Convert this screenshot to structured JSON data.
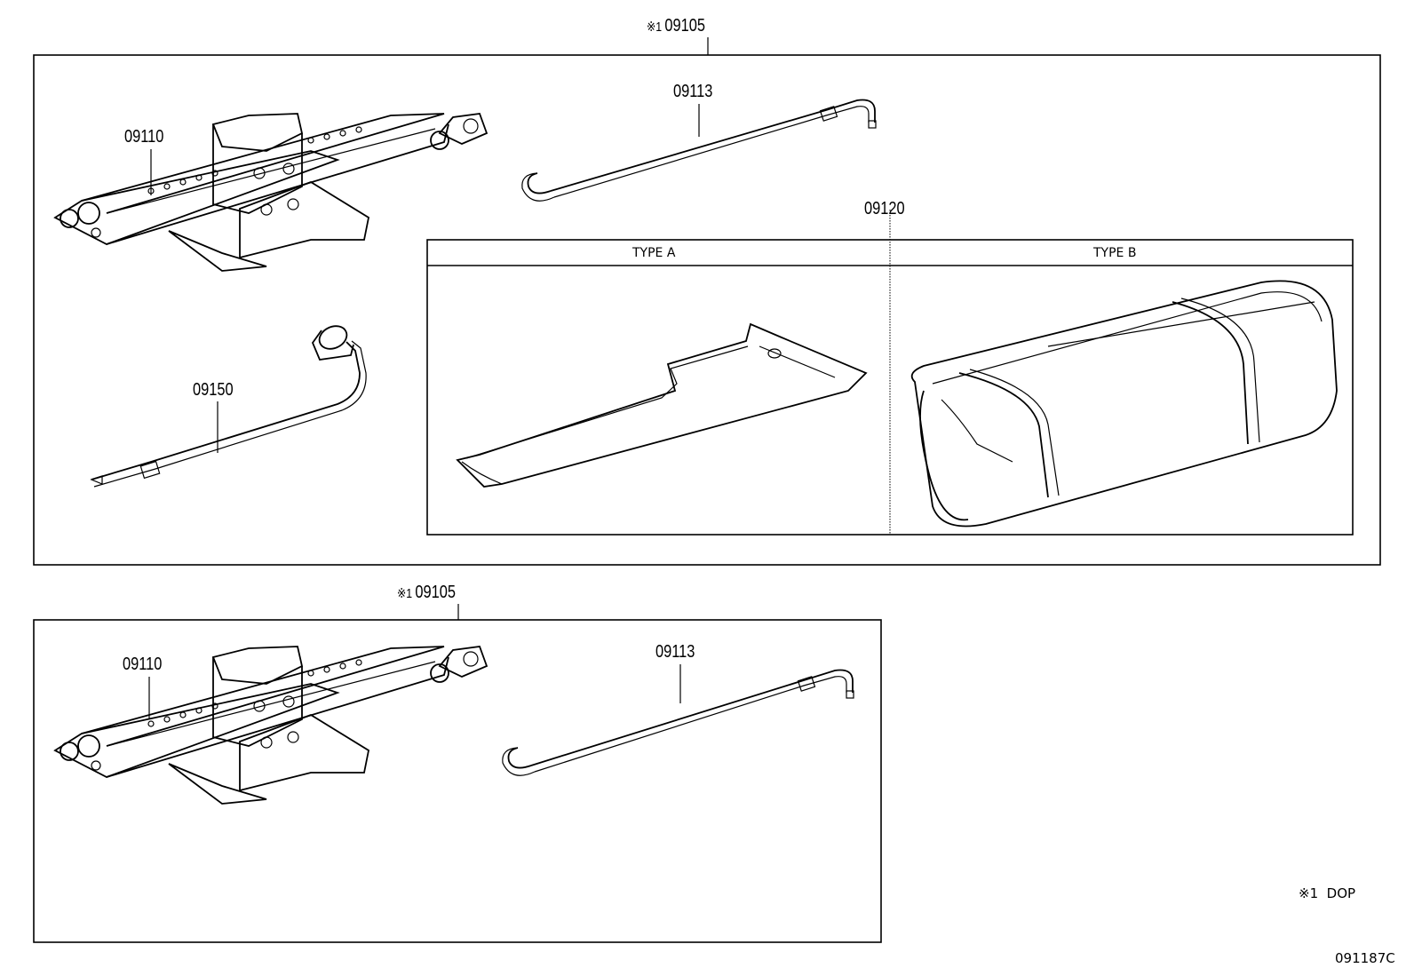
{
  "top_group": {
    "mark": "※1",
    "part_no": "09105"
  },
  "bottom_group": {
    "mark": "※1",
    "part_no": "09105"
  },
  "parts": {
    "jack_top": "09110",
    "handle_top": "09113",
    "wrench": "09150",
    "bag": "09120",
    "jack_bottom": "09110",
    "handle_bottom": "09113"
  },
  "types": {
    "a": "TYPE A",
    "b": "TYPE B"
  },
  "legend": {
    "mark": "※1",
    "text": "DOP"
  },
  "figure_code": "091187C"
}
